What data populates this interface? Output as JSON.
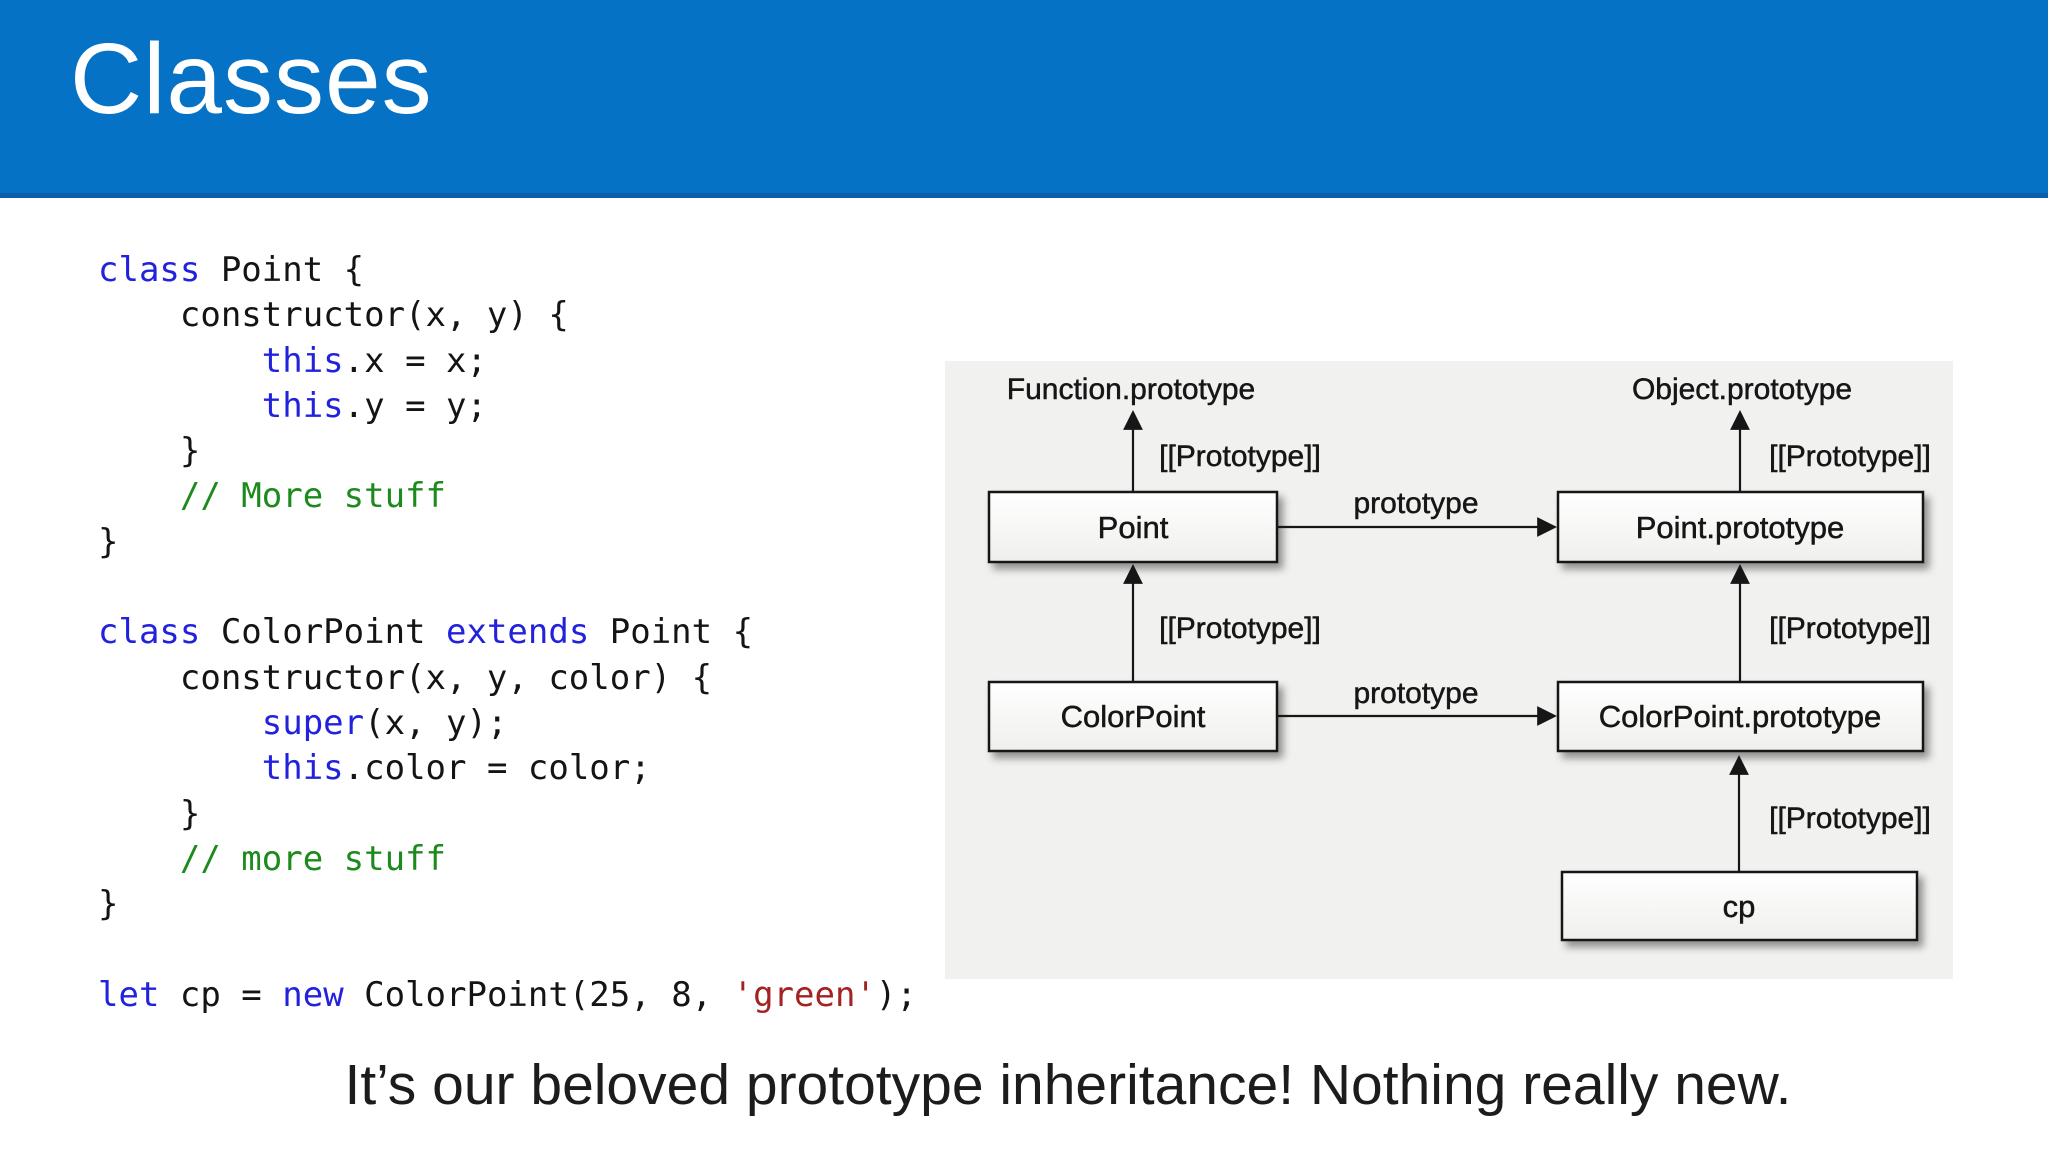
{
  "header": {
    "title": "Classes",
    "background": "#0672c6"
  },
  "code": {
    "keyword_color": "#2222dd",
    "comment_color": "#1d8a1d",
    "string_color": "#a32222",
    "default_color": "#141414",
    "lines": [
      [
        {
          "c": "kw",
          "t": "class"
        },
        {
          "c": "pl",
          "t": " Point {"
        }
      ],
      [
        {
          "c": "pl",
          "t": "    constructor(x, y) {"
        }
      ],
      [
        {
          "c": "pl",
          "t": "        "
        },
        {
          "c": "kw",
          "t": "this"
        },
        {
          "c": "pl",
          "t": ".x = x;"
        }
      ],
      [
        {
          "c": "pl",
          "t": "        "
        },
        {
          "c": "kw",
          "t": "this"
        },
        {
          "c": "pl",
          "t": ".y = y;"
        }
      ],
      [
        {
          "c": "pl",
          "t": "    }"
        }
      ],
      [
        {
          "c": "pl",
          "t": "    "
        },
        {
          "c": "cm",
          "t": "// More stuff"
        }
      ],
      [
        {
          "c": "pl",
          "t": "}"
        }
      ],
      [],
      [
        {
          "c": "kw",
          "t": "class"
        },
        {
          "c": "pl",
          "t": " ColorPoint "
        },
        {
          "c": "kw",
          "t": "extends"
        },
        {
          "c": "pl",
          "t": " Point {"
        }
      ],
      [
        {
          "c": "pl",
          "t": "    constructor(x, y, color) {"
        }
      ],
      [
        {
          "c": "pl",
          "t": "        "
        },
        {
          "c": "kw",
          "t": "super"
        },
        {
          "c": "pl",
          "t": "(x, y);"
        }
      ],
      [
        {
          "c": "pl",
          "t": "        "
        },
        {
          "c": "kw",
          "t": "this"
        },
        {
          "c": "pl",
          "t": ".color = color;"
        }
      ],
      [
        {
          "c": "pl",
          "t": "    }"
        }
      ],
      [
        {
          "c": "pl",
          "t": "    "
        },
        {
          "c": "cm",
          "t": "// more stuff"
        }
      ],
      [
        {
          "c": "pl",
          "t": "}"
        }
      ],
      [],
      [
        {
          "c": "kw",
          "t": "let"
        },
        {
          "c": "pl",
          "t": " cp = "
        },
        {
          "c": "kw",
          "t": "new"
        },
        {
          "c": "pl",
          "t": " ColorPoint(25, 8, "
        },
        {
          "c": "st",
          "t": "'green'"
        },
        {
          "c": "pl",
          "t": ");"
        }
      ]
    ]
  },
  "diagram": {
    "background": "#f1f1f0",
    "top_labels": {
      "left": "Function.prototype",
      "right": "Object.prototype"
    },
    "boxes": {
      "point": "Point",
      "point_prototype": "Point.prototype",
      "color_point": "ColorPoint",
      "color_point_prototype": "ColorPoint.prototype",
      "cp": "cp"
    },
    "edge_labels": {
      "prototype": "prototype",
      "internal_prototype": "[[Prototype]]"
    }
  },
  "caption": {
    "text": "It’s our beloved prototype inheritance! Nothing really new."
  }
}
